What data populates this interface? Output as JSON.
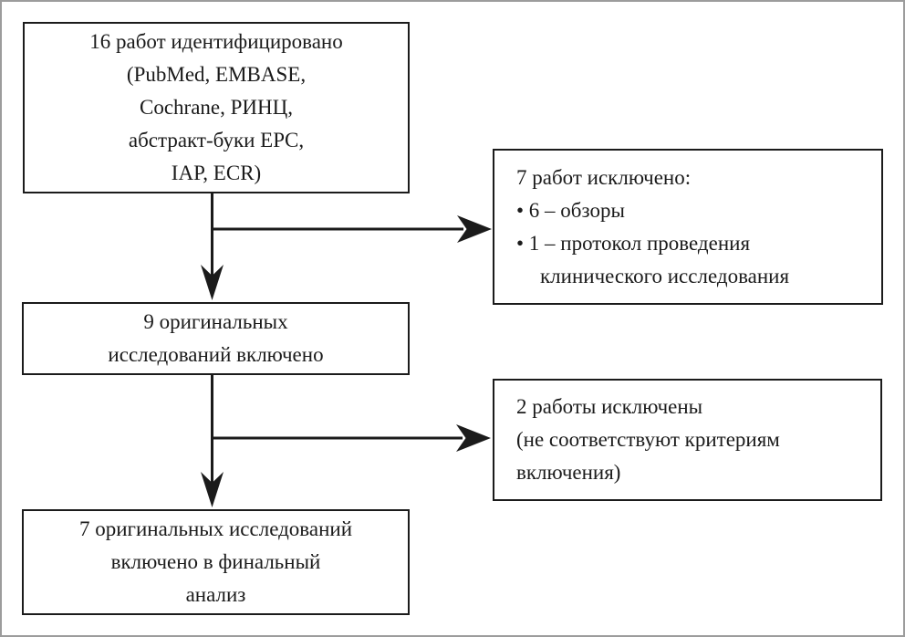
{
  "window": {
    "background": "#ffffff",
    "frame_color": "#9c9c9c"
  },
  "diagram": {
    "type": "flowchart",
    "ink_color": "#1b1b1b",
    "boxes": {
      "identified": {
        "align": "center",
        "lines": [
          "16 работ идентифицировано",
          "(PubMed, EMBASE,",
          "Cochrane, РИНЦ,",
          "абстракт-буки EPC,",
          "IAP, ECR)"
        ]
      },
      "excluded_first": {
        "align": "left",
        "lines": [
          "7 работ исключено:",
          "• 6 – обзоры",
          "• 1 – протокол проведения клинического исследования"
        ]
      },
      "included": {
        "align": "center",
        "lines": [
          "9 оригинальных",
          "исследований включено"
        ]
      },
      "excluded_second": {
        "align": "left",
        "lines": [
          "2 работы исключены",
          "(не соответствуют критериям",
          "включения)"
        ]
      },
      "final": {
        "align": "center",
        "lines": [
          "7 оригинальных исследований",
          "включено в финальный",
          "анализ"
        ]
      }
    },
    "connectors": [
      {
        "from": "identified",
        "to": "included",
        "shape": "vertical-arrow"
      },
      {
        "from": "identified",
        "to": "excluded_first",
        "shape": "branch-right-arrow"
      },
      {
        "from": "included",
        "to": "final",
        "shape": "vertical-arrow"
      },
      {
        "from": "included",
        "to": "excluded_second",
        "shape": "branch-right-arrow"
      }
    ]
  }
}
